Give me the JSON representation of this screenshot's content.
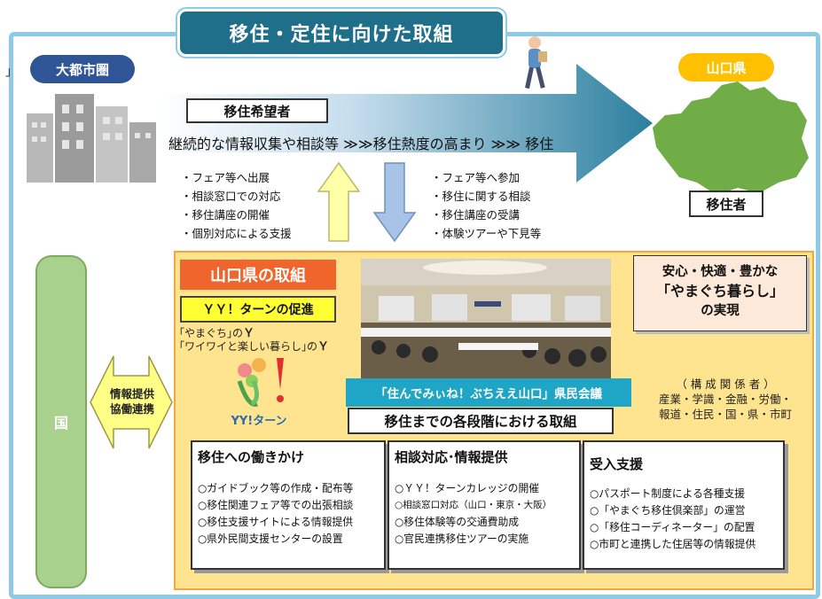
{
  "header": {
    "title": "移住・定住に向けた取組"
  },
  "regions": {
    "metro": "大都市圏",
    "yamaguchi": "山口県",
    "bracket": "」"
  },
  "flow": {
    "target_label": "移住希望者",
    "progress_text": "継続的な情報収集や相談等 ≫≫移住熱度の高まり ≫≫ 移住",
    "migrant_label": "移住者"
  },
  "support_list": [
    "・フェア等へ出展",
    "・相談窓口での対応",
    "・移住講座の開催",
    "・個別対応による支援"
  ],
  "applicant_list": [
    "・フェア等へ参加",
    "・移住に関する相談",
    "・移住講座の受講",
    "・体験ツアーや下見等"
  ],
  "national": {
    "label": "国",
    "cooperation_line1": "情報提供",
    "cooperation_line2": "協働連携"
  },
  "initiatives": {
    "title": "山口県の取組",
    "yy_promotion": "ＹＹ！ターンの促進",
    "yy_note1_a": "｢やまぐち｣の",
    "yy_note1_b": "Ｙ",
    "yy_note2_a": "｢ワイワイと楽しい暮らし｣の",
    "yy_note2_b": "Ｙ",
    "logo_text": "YY!ターン"
  },
  "goal": {
    "line1": "安心・快適・豊かな",
    "line2": "「やまぐち暮らし」",
    "line3": "の実現"
  },
  "council": {
    "name": "「住んでみぃね！ぶちええ山口」県民会議",
    "members_heading": "（ 構 成 関 係 者 ）",
    "members_line1": "産業・学識・金融・労働・",
    "members_line2": "報道・住民・国・県・市町"
  },
  "stages_label": "移住までの各段階における取組",
  "columns": [
    {
      "title": "移住への働きかけ",
      "items": [
        "○ガイドブック等の作成・配布等",
        "○移住関連フェア等での出張相談",
        "○移住支援サイトによる情報提供",
        "○県外民間支援センターの設置"
      ]
    },
    {
      "title": "相談対応･情報提供",
      "items": [
        "○ＹＹ！ターンカレッジの開催",
        "○相談窓口対応（山口・東京・大阪）",
        "○移住体験等の交通費助成",
        "○官民連携移住ツアーの実施"
      ]
    },
    {
      "title": "受入支援",
      "items": [
        "○パスポート制度による各種支援",
        "○「やまぐち移住倶楽部」の運営",
        "○「移住コーディネーター」の配置",
        "○市町と連携した住居等の情報提供"
      ]
    }
  ],
  "colors": {
    "accent": "#1f6f8b",
    "frame": "#8ecae6",
    "panel": "#ffe48f",
    "orange": "#f0652b",
    "green": "#a9d18e"
  }
}
